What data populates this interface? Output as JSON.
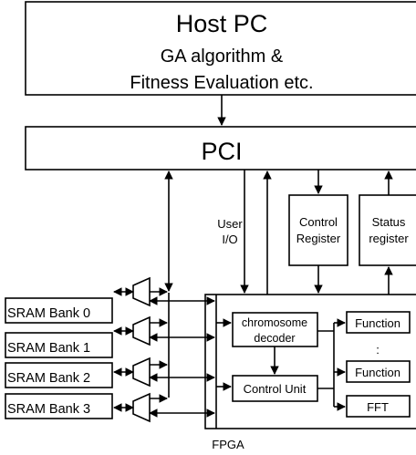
{
  "host": {
    "title": "Host PC",
    "line2": "GA algorithm &",
    "line3": "Fitness Evaluation etc."
  },
  "pci": {
    "label": "PCI"
  },
  "user_io": {
    "line1": "User",
    "line2": "I/O"
  },
  "control_register": {
    "line1": "Control",
    "line2": "Register"
  },
  "status_register": {
    "line1": "Status",
    "line2": "register"
  },
  "sram_banks": [
    "SRAM Bank 0",
    "SRAM Bank 1",
    "SRAM Bank 2",
    "SRAM Bank 3"
  ],
  "chromosome_decoder": {
    "line1": "chromosome",
    "line2": "decoder"
  },
  "control_unit": {
    "label": "Control Unit"
  },
  "functions": [
    "Function",
    "Function"
  ],
  "ellipsis": ":",
  "fft": {
    "label": "FFT"
  },
  "fpga": {
    "label": "FPGA"
  }
}
